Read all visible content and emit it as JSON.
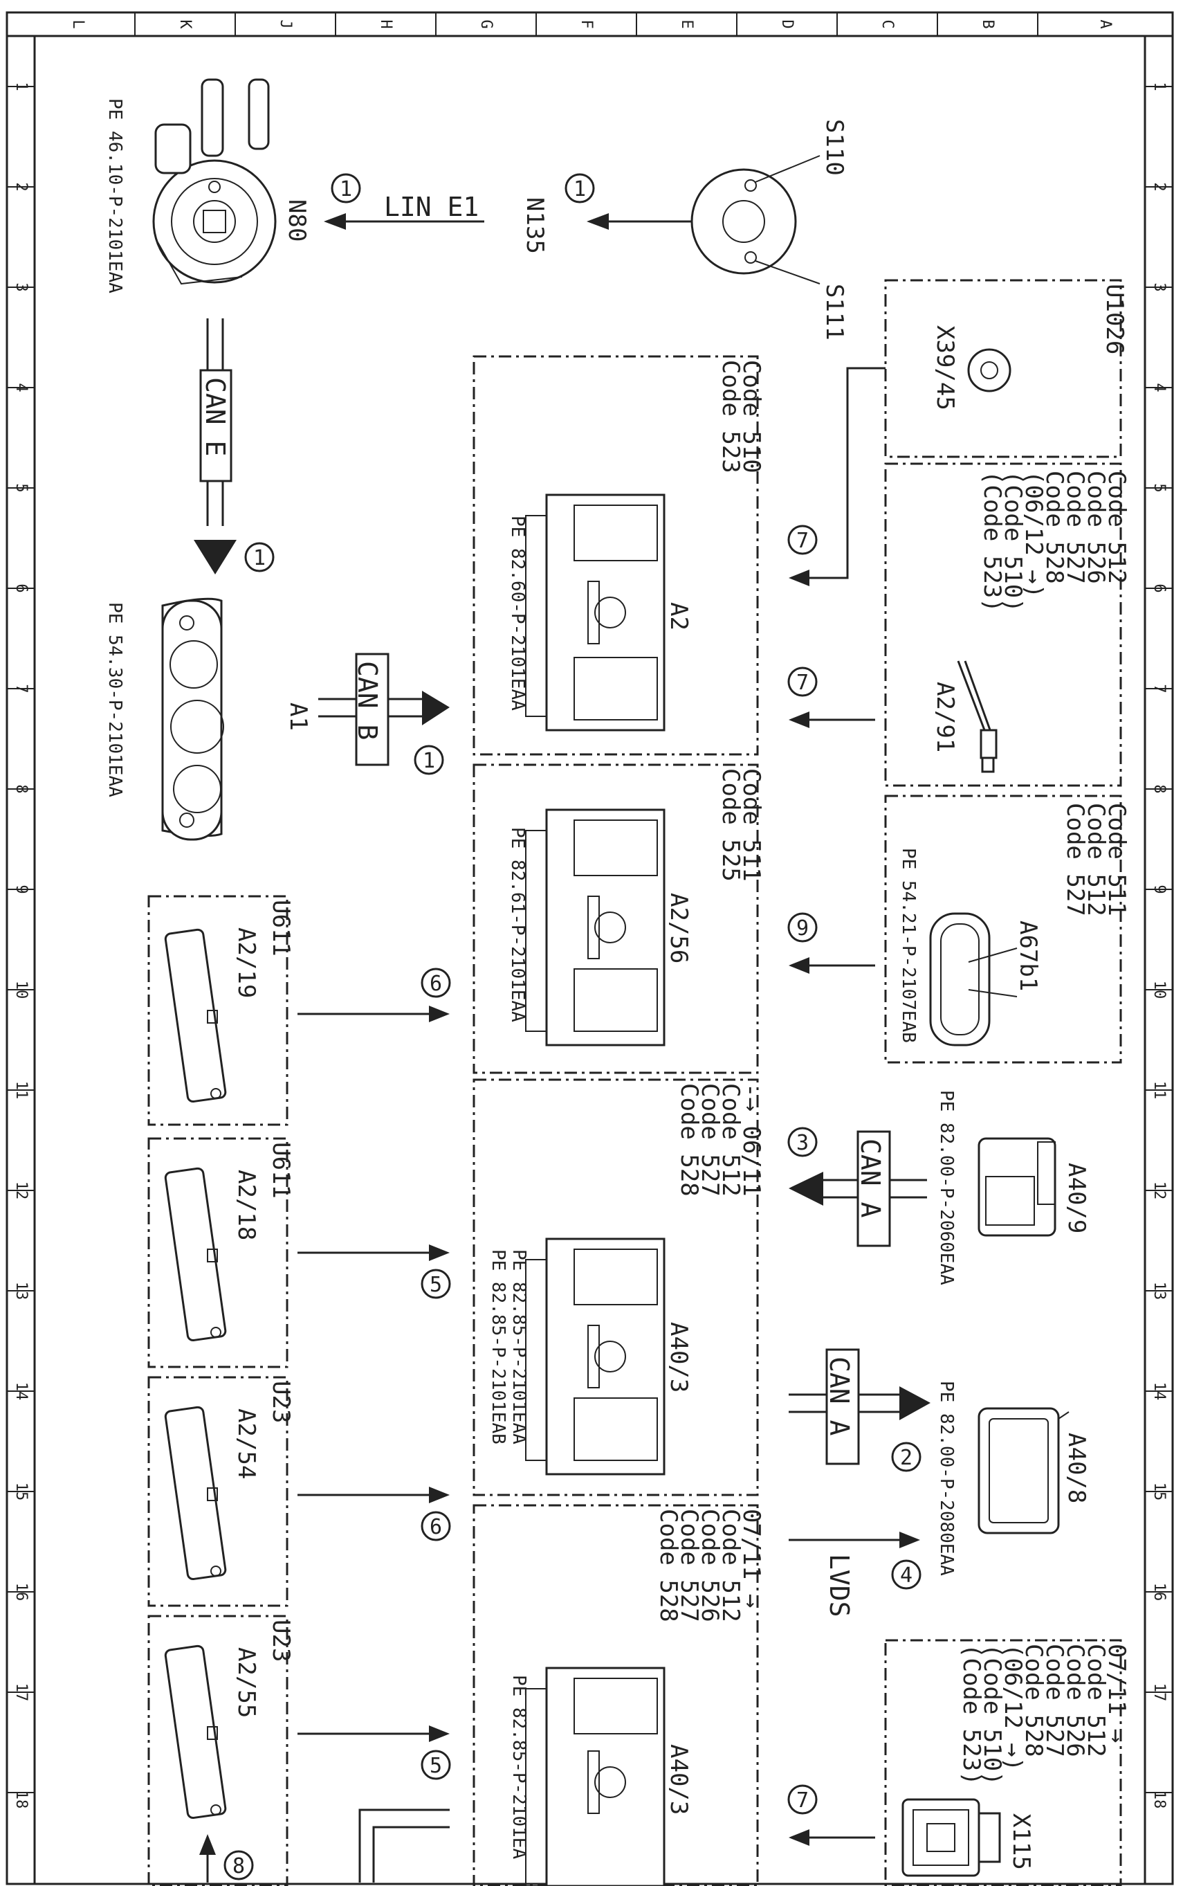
{
  "rulers": {
    "columns": [
      "L",
      "K",
      "J",
      "H",
      "G",
      "F",
      "E",
      "D",
      "C",
      "B",
      "A"
    ],
    "rows": [
      "1",
      "2",
      "3",
      "4",
      "5",
      "6",
      "7",
      "8",
      "9",
      "10",
      "11",
      "12",
      "13",
      "14",
      "15",
      "16",
      "17",
      "18"
    ]
  },
  "components": [
    {
      "id": "N80",
      "label": "N80",
      "ref": "PE 46.10-P-2101EAA"
    },
    {
      "id": "N135",
      "label": "N135"
    },
    {
      "id": "S110",
      "label": "S110"
    },
    {
      "id": "S111",
      "label": "S111"
    },
    {
      "id": "A1",
      "label": "A1",
      "ref": "PE 54.30-P-2101EAA"
    },
    {
      "id": "A2",
      "label": "A2",
      "ref": "PE 82.60-P-2101EAA",
      "codes": [
        "Code 510",
        "Code 523"
      ]
    },
    {
      "id": "A2_56",
      "label": "A2/56",
      "ref": "PE 82.61-P-2101EAA",
      "codes": [
        "Code 511",
        "Code 525"
      ]
    },
    {
      "id": "A40_3a",
      "label": "A40/3",
      "ref1": "PE 82.85-P-2101EAA",
      "ref2": "PE 82.85-P-2101EAB",
      "codes": [
        "-→ 06/11",
        "Code 512",
        "Code 527",
        "Code 528"
      ]
    },
    {
      "id": "A40_3b",
      "label": "A40/3",
      "ref": "PE 82.85-P-2101EA",
      "codes": [
        "07/11 →",
        "Code 512",
        "Code 526",
        "Code 527",
        "Code 528"
      ]
    },
    {
      "id": "U1026",
      "label": "U1026",
      "sub": "X39/45"
    },
    {
      "id": "A2_91",
      "label": "A2/91",
      "codes": [
        "Code 512",
        "Code 526",
        "Code 527",
        "Code 528",
        "(06/12 →)",
        "(Code 510)",
        "(Code 523)"
      ]
    },
    {
      "id": "A67b1",
      "label": "A67b1",
      "ref": "PE 54.21-P-2107EAB",
      "codes": [
        "Code 511",
        "Code 512",
        "Code 527"
      ]
    },
    {
      "id": "A40_9",
      "label": "A40/9",
      "ref": "PE 82.00-P-2060EAA"
    },
    {
      "id": "A40_8",
      "label": "A40/8",
      "ref": "PE 82.00-P-2080EAA"
    },
    {
      "id": "X115",
      "label": "X115",
      "codes": [
        "07/11 →",
        "Code 512",
        "Code 526",
        "Code 527",
        "Code 528",
        "(06/12 →)",
        "(Code 510)",
        "(Code 523)"
      ]
    },
    {
      "id": "A2_19",
      "label": "A2/19",
      "group": "U611"
    },
    {
      "id": "A2_18",
      "label": "A2/18",
      "group": "U611"
    },
    {
      "id": "A2_54",
      "label": "A2/54",
      "group": "U23"
    },
    {
      "id": "A2_55",
      "label": "A2/55",
      "group": "U23"
    }
  ],
  "buses": {
    "lin_e1": "LIN  E1",
    "can_e": "CAN E",
    "can_b": "CAN B",
    "can_a1": "CAN A",
    "can_a2": "CAN A",
    "lvds": "LVDS"
  },
  "callouts": [
    "1",
    "1",
    "1",
    "1",
    "7",
    "7",
    "9",
    "3",
    "2",
    "4",
    "7",
    "6",
    "5",
    "6",
    "5",
    "8"
  ]
}
